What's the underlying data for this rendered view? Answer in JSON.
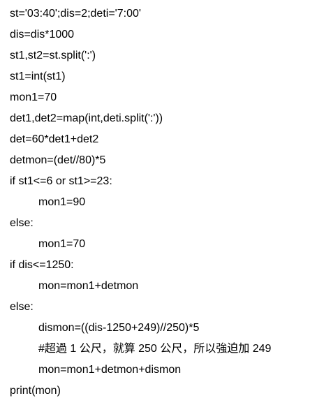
{
  "code_lines": [
    {
      "text": "st='03:40';dis=2;deti='7:00'",
      "indent": 0
    },
    {
      "text": "dis=dis*1000",
      "indent": 0
    },
    {
      "text": "st1,st2=st.split(':')",
      "indent": 0
    },
    {
      "text": "st1=int(st1)",
      "indent": 0
    },
    {
      "text": "mon1=70",
      "indent": 0
    },
    {
      "text": "det1,det2=map(int,deti.split(':'))",
      "indent": 0
    },
    {
      "text": "det=60*det1+det2",
      "indent": 0
    },
    {
      "text": "detmon=(det//80)*5",
      "indent": 0
    },
    {
      "text": "if st1<=6 or st1>=23:",
      "indent": 0
    },
    {
      "text": "mon1=90",
      "indent": 1
    },
    {
      "text": "else:",
      "indent": 0
    },
    {
      "text": "mon1=70",
      "indent": 1
    },
    {
      "text": "if dis<=1250:",
      "indent": 0
    },
    {
      "text": "mon=mon1+detmon",
      "indent": 1
    },
    {
      "text": "else:",
      "indent": 0
    },
    {
      "text": "dismon=((dis-1250+249)//250)*5",
      "indent": 1
    },
    {
      "text": "#超過 1 公尺，就算 250 公尺，所以強迫加 249",
      "indent": 1
    },
    {
      "text": "mon=mon1+detmon+dismon",
      "indent": 1
    },
    {
      "text": "print(mon)",
      "indent": 0
    }
  ]
}
